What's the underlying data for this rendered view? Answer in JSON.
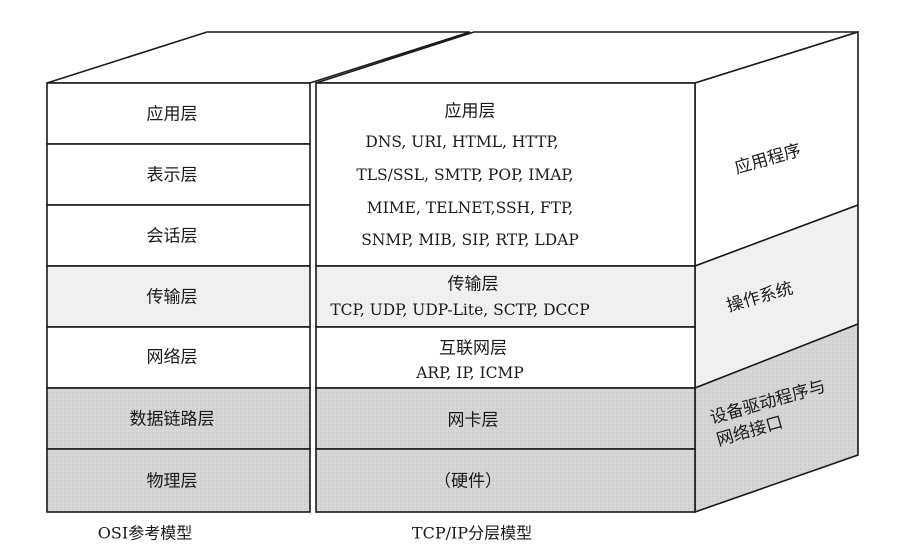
{
  "osi": {
    "caption": "OSI参考模型",
    "layers": [
      "应用层",
      "表示层",
      "会话层",
      "传输层",
      "网络层",
      "数据链路层",
      "物理层"
    ]
  },
  "tcpip": {
    "caption": "TCP/IP分层模型",
    "application": {
      "title": "应用层",
      "lines": [
        "DNS, URI, HTML, HTTP,",
        "TLS/SSL, SMTP, POP, IMAP,",
        "MIME, TELNET,SSH, FTP,",
        "SNMP, MIB, SIP, RTP, LDAP"
      ]
    },
    "transport": {
      "title": "传输层",
      "lines": [
        "TCP, UDP, UDP-Lite, SCTP, DCCP"
      ]
    },
    "internet": {
      "title": "互联网层",
      "lines": [
        "ARP, IP, ICMP"
      ]
    },
    "link": {
      "title": "网卡层"
    },
    "physical": {
      "title": "（硬件）"
    }
  },
  "side_labels": {
    "application": "应用程序",
    "os": "操作系统",
    "driver": [
      "设备驱动程序与",
      "网络接口"
    ]
  },
  "colors": {
    "white_face": "#ffffff",
    "gray_face": "#d9d9d9",
    "side_gray": "#cfcfcf",
    "stroke": "#1a1a1a"
  }
}
